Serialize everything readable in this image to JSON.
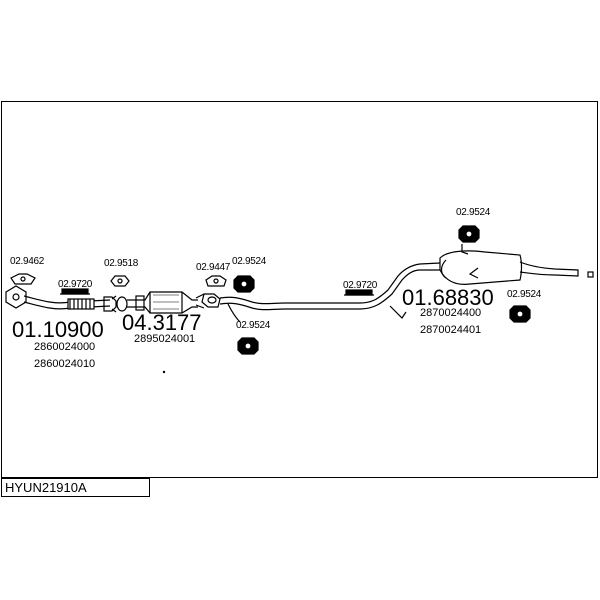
{
  "diagram": {
    "code": "HYUN21910A",
    "parts": {
      "p_9462": "02.9462",
      "p_9720a": "02.9720",
      "p_9518": "02.9518",
      "p_9447": "02.9447",
      "p_9524a": "02.9524",
      "p_9524b": "02.9524",
      "p_9720b": "02.9720",
      "p_9524c": "02.9524",
      "p_9524d": "02.9524",
      "front_pipe": "01.10900",
      "front_pipe_oe1": "2860024000",
      "front_pipe_oe2": "2860024010",
      "catalyst": "04.3177",
      "catalyst_oe": "2895024001",
      "rear_silencer": "01.68830",
      "rear_oe1": "2870024400",
      "rear_oe2": "2870024401"
    }
  }
}
